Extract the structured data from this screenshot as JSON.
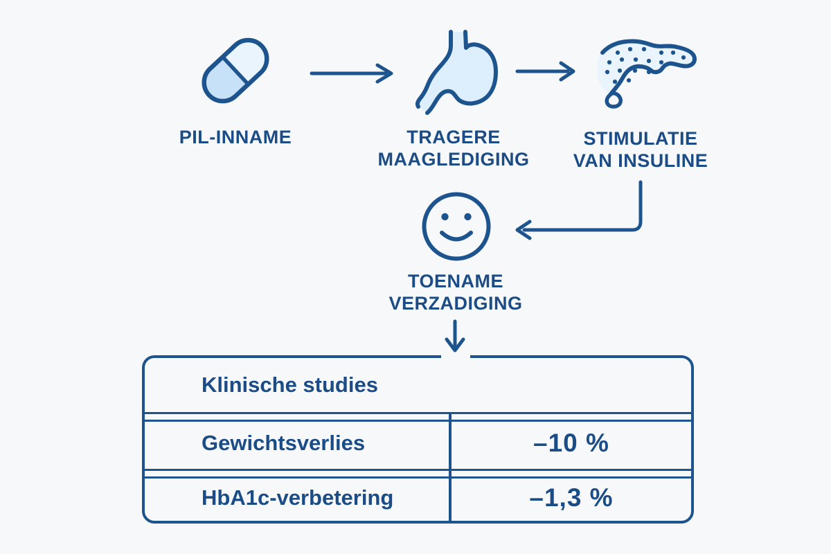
{
  "colors": {
    "background": "#f7f8fa",
    "ink": "#1b4c86",
    "stroke": "#1e548e",
    "icon_fill_light": "#ddeefc",
    "icon_fill_lighter": "#e9f4fd",
    "icon_fill_mid": "#c7e2f8"
  },
  "flow": {
    "step1": {
      "icon": "pill-icon",
      "label": "PIL-INNAME"
    },
    "step2": {
      "icon": "stomach-icon",
      "line1": "TRAGERE",
      "line2": "MAAGLEDIGING"
    },
    "step3": {
      "icon": "pancreas-icon",
      "line1": "STIMULATIE",
      "line2": "VAN INSULINE"
    },
    "step4": {
      "icon": "smiley-icon",
      "line1": "TOENAME",
      "line2": "VERZADIGING"
    }
  },
  "table": {
    "title": "Klinische studies",
    "rows": [
      {
        "label": "Gewichtsverlies",
        "value": "–10 %"
      },
      {
        "label": "HbA1c-verbetering",
        "value": "–1,3 %"
      }
    ]
  }
}
